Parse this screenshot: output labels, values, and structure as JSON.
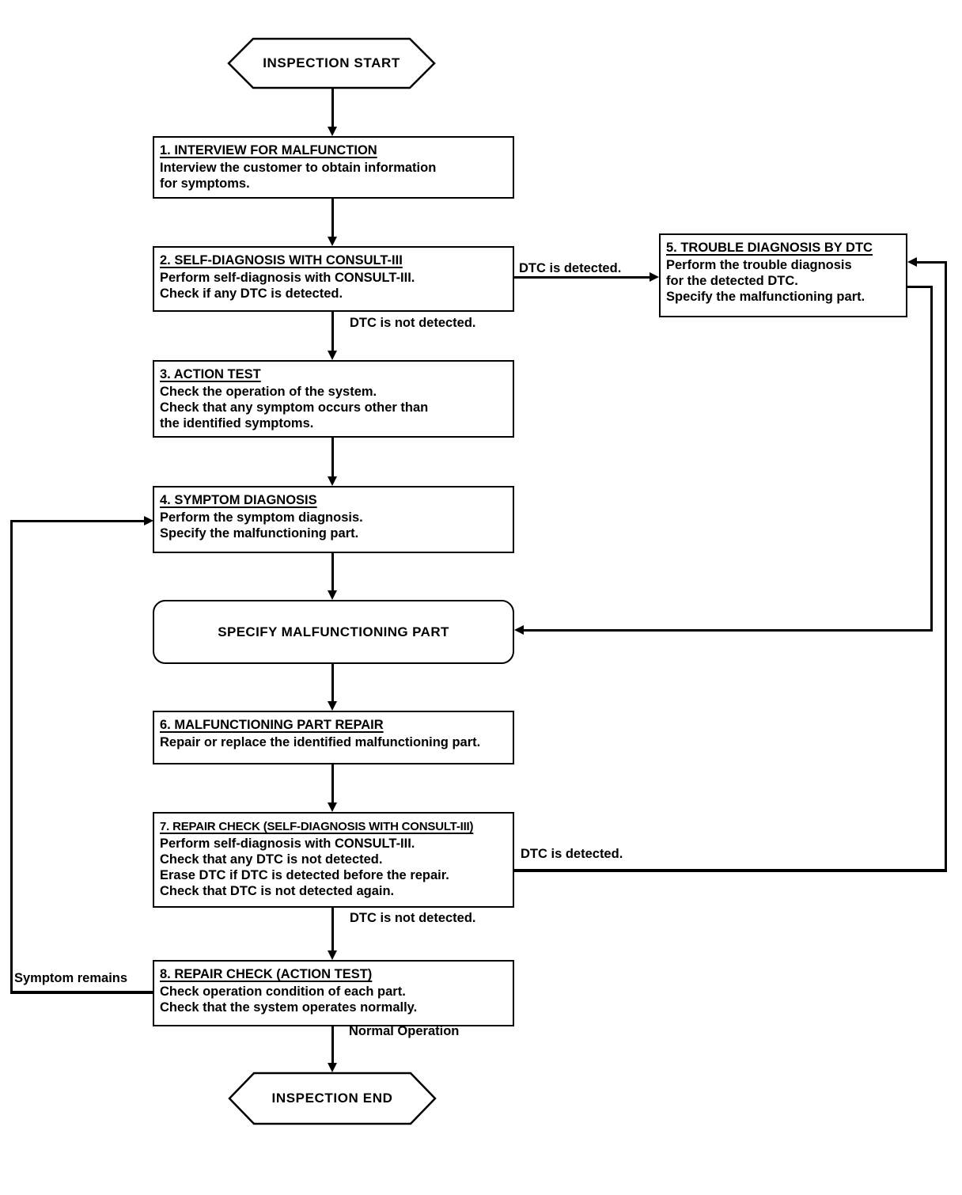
{
  "colors": {
    "line": "#000000",
    "background": "#ffffff"
  },
  "terminators": {
    "start": "INSPECTION START",
    "end": "INSPECTION END"
  },
  "process": {
    "specify": "SPECIFY MALFUNCTIONING PART"
  },
  "steps": [
    {
      "title": "1. INTERVIEW FOR MALFUNCTION",
      "body": "Interview the customer to obtain information\nfor symptoms."
    },
    {
      "title": "2. SELF-DIAGNOSIS WITH CONSULT-III",
      "body": "Perform self-diagnosis with CONSULT-III.\nCheck if any DTC is detected."
    },
    {
      "title": "3. ACTION TEST",
      "body": "Check the operation of the system.\nCheck that any symptom occurs other than\nthe identified symptoms."
    },
    {
      "title": "4. SYMPTOM DIAGNOSIS",
      "body": "Perform the symptom diagnosis.\nSpecify the malfunctioning part."
    },
    {
      "title": "5. TROUBLE DIAGNOSIS BY DTC",
      "body": "Perform the trouble diagnosis\nfor the detected DTC.\nSpecify the malfunctioning part."
    },
    {
      "title": "6. MALFUNCTIONING PART REPAIR",
      "body": "Repair or replace the identified malfunctioning part."
    },
    {
      "title": "7. REPAIR CHECK (SELF-DIAGNOSIS WITH CONSULT-III)",
      "body": "Perform self-diagnosis with CONSULT-III.\nCheck that any DTC is not detected.\nErase DTC if DTC is detected before the repair.\nCheck that DTC is not detected again."
    },
    {
      "title": "8. REPAIR CHECK (ACTION TEST)",
      "body": "Check operation condition of each part.\nCheck that the system operates normally."
    }
  ],
  "edge_labels": {
    "dtc_detected_top": "DTC is detected.",
    "dtc_not_detected_top": "DTC is not detected.",
    "dtc_detected_bottom": "DTC is detected.",
    "dtc_not_detected_bottom": "DTC is not detected.",
    "symptom_remains": "Symptom remains",
    "normal_operation": "Normal Operation"
  }
}
